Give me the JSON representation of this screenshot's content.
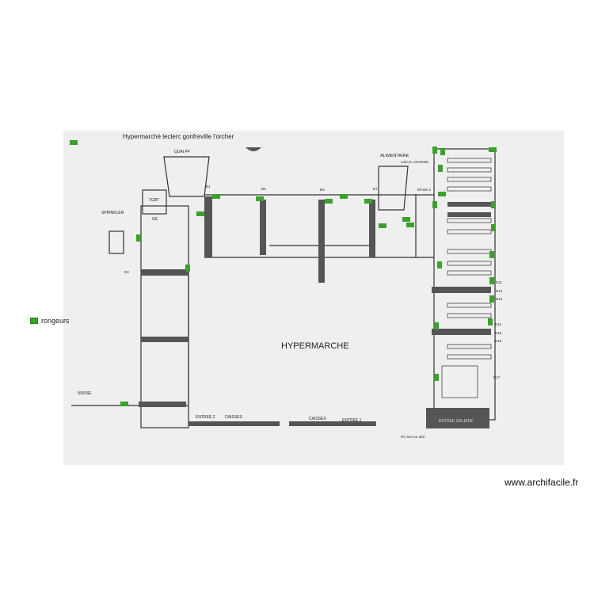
{
  "plan": {
    "title": "Hypermarché leclerc gonfreville l'orcher",
    "main_label": "HYPERMARCHE",
    "labels": {
      "quai": "QUAI PF",
      "alimentaire": "ALIMENTAIRE",
      "local_charge": "LOCAL CHARGE",
      "sprinkler": "SPRINKLER",
      "tgbt": "TGBT",
      "ge": "GE",
      "entree2": "ENTREE 2",
      "caisses1": "CAISSES",
      "caisses2": "CAISSES",
      "entree1": "ENTREE 1",
      "entree_galerie": "ENTREE GALERIE",
      "pc": "PC 644 ou 283",
      "nurse": "NURSE",
      "d1": "D1",
      "d5": "D5",
      "d6": "D6",
      "d7": "D7",
      "d9bis2": "D9 Bis 2",
      "d3": "D3",
      "d11": "D11",
      "d12": "D12",
      "d13": "D13",
      "d14": "D14",
      "d15": "D15",
      "d16": "D16",
      "d17": "D17"
    },
    "marker_color": "#3aa12a",
    "markers": [
      {
        "o": "h"
      },
      {
        "o": "h"
      },
      {
        "o": "h"
      },
      {
        "o": "h"
      },
      {
        "o": "v"
      },
      {
        "o": "v"
      },
      {
        "o": "h"
      },
      {
        "o": "h"
      },
      {
        "o": "h"
      },
      {
        "o": "h"
      },
      {
        "o": "h"
      },
      {
        "o": "h"
      },
      {
        "o": "v"
      },
      {
        "o": "v"
      },
      {
        "o": "h"
      },
      {
        "o": "v"
      },
      {
        "o": "h"
      },
      {
        "o": "v"
      },
      {
        "o": "v"
      },
      {
        "o": "v"
      },
      {
        "o": "v"
      },
      {
        "o": "v"
      },
      {
        "o": "v"
      },
      {
        "o": "v"
      },
      {
        "o": "v"
      },
      {
        "o": "v"
      },
      {
        "o": "v"
      },
      {
        "o": "h"
      }
    ]
  },
  "legend": {
    "label": "rongeurs",
    "color": "#3aa12a"
  },
  "footer": {
    "site": "www.archifacile.fr"
  }
}
